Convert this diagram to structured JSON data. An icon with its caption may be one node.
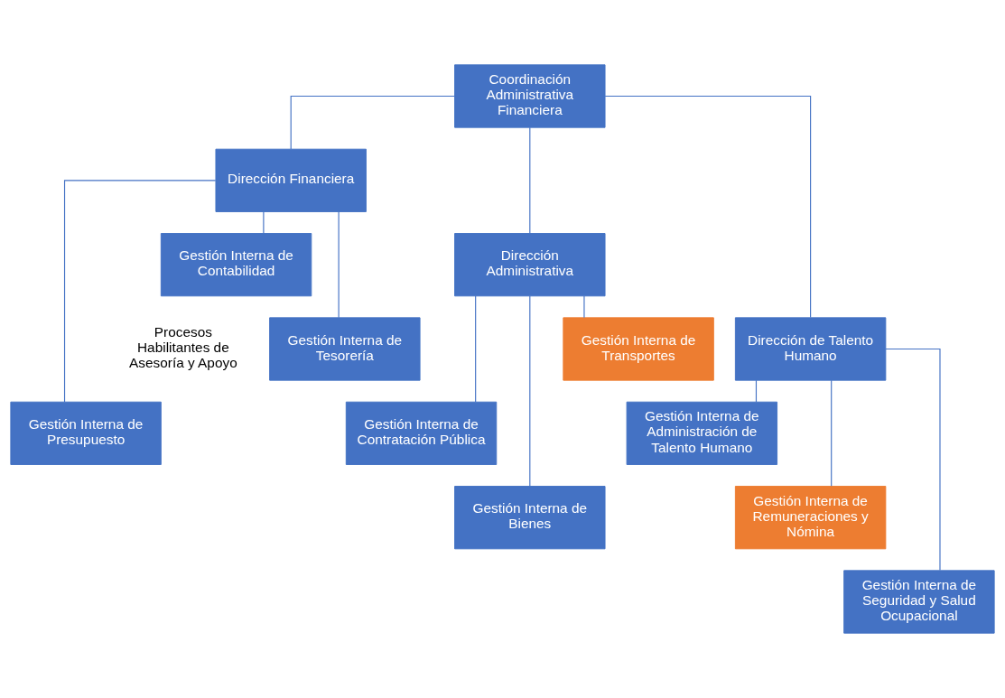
{
  "diagram": {
    "nodes": [
      {
        "text": [
          "Coordinación Administrativa Financiera"
        ]
      },
      {
        "text": [
          "Dirección Financiera"
        ]
      },
      {
        "text": [
          "Dirección Administrativa"
        ]
      },
      {
        "text": [
          "Dirección de Talento Humano"
        ]
      },
      {
        "text": [
          "Gestión Interna de Contabilidad"
        ]
      },
      {
        "text": [
          "Gestión Interna de Tesorería"
        ]
      },
      {
        "text": [
          "Gestión Interna de Presupuesto"
        ]
      },
      {
        "text": [
          "Gestión Interna de Transportes"
        ]
      },
      {
        "text": [
          "Gestión Interna de Contratación Pública"
        ]
      },
      {
        "text": [
          "Gestión Interna de Bienes"
        ]
      },
      {
        "text": [
          "Gestión Interna de Administración de Talento Humano"
        ]
      },
      {
        "text": [
          "Gestión Interna de Remuneraciones y Nómina"
        ]
      },
      {
        "text": [
          "Gestión Interna de Seguridad y Salud Ocupacional"
        ]
      }
    ],
    "edges": [
      {
        "from": 0,
        "to": 1,
        "arrow": "none"
      },
      {
        "from": 0,
        "to": 2,
        "arrow": "none"
      },
      {
        "from": 0,
        "to": 3,
        "arrow": "none"
      },
      {
        "from": 1,
        "to": 4,
        "arrow": "none"
      },
      {
        "from": 1,
        "to": 5,
        "arrow": "none"
      },
      {
        "from": 1,
        "to": 6,
        "arrow": "none"
      },
      {
        "from": 2,
        "to": 7,
        "arrow": "none"
      },
      {
        "from": 2,
        "to": 8,
        "arrow": "none"
      },
      {
        "from": 2,
        "to": 9,
        "arrow": "none"
      },
      {
        "from": 3,
        "to": 10,
        "arrow": "none"
      },
      {
        "from": 3,
        "to": 11,
        "arrow": "none"
      },
      {
        "from": 3,
        "to": 12,
        "arrow": "none"
      }
    ],
    "labels": [
      "Procesos Habilitantes de Asesoría y Apoyo"
    ]
  }
}
